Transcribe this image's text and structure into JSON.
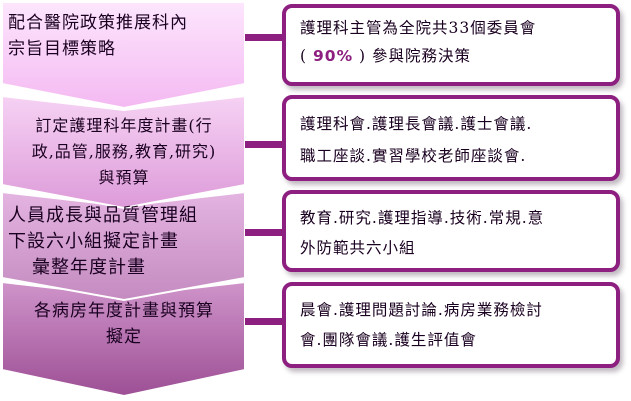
{
  "steps": [
    {
      "line1": "配合醫院政策推展科內",
      "line2": "宗旨目標策略",
      "line3": ""
    },
    {
      "line1": "訂定護理科年度計畫(行",
      "line2": "政,品管,服務,教育,研究)",
      "line3": "與預算"
    },
    {
      "line1": "人員成長與品質管理組",
      "line2": "下設六小組擬定計畫",
      "line3": "彙整年度計畫"
    },
    {
      "line1": "各病房年度計畫與預算",
      "line2": "擬定",
      "line3": ""
    }
  ],
  "boxes": [
    {
      "pre": "護理科主管為全院共33個委員會",
      "post": "參與院務決策",
      "paren_open": "(",
      "highlight": "90%",
      "paren_close": ")"
    },
    {
      "line1": "護理科會.護理長會議.護士會議.",
      "line2": "職工座談.實習學校老師座談會."
    },
    {
      "line1": "教育.研究.護理指導.技術.常規.意",
      "line2": "外防範共六小組"
    },
    {
      "line1": "晨會.護理問題討論.病房業務檢討",
      "line2": "會.團隊會議.護生評值會"
    }
  ],
  "colors": {
    "chevron_light": "#fbd7fb",
    "chevron_mid": "#e8a6e6",
    "chevron_deep": "#b565ad",
    "connector": "#8c1f7f",
    "box_border": "#8c1f7f"
  }
}
